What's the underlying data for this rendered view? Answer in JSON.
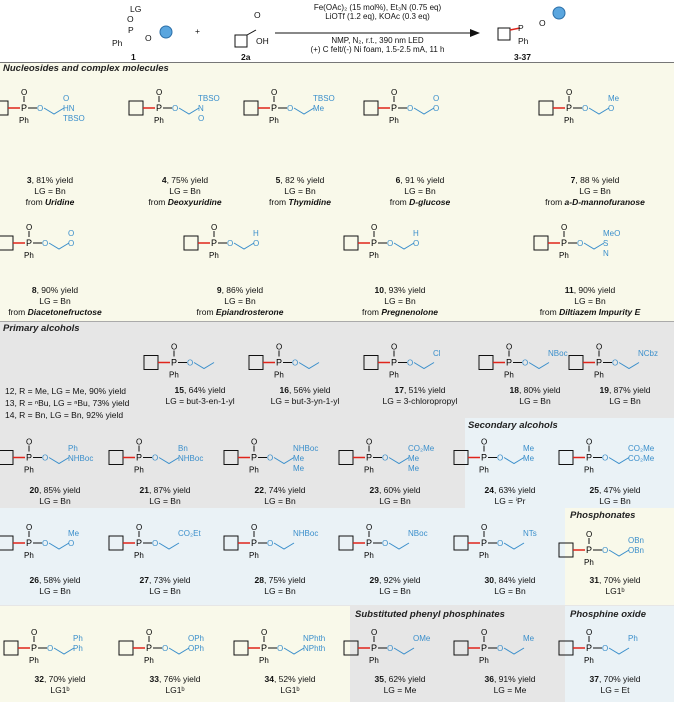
{
  "scheme": {
    "reactant1": {
      "label": "1",
      "lg": "LG",
      "ph": "Ph",
      "o1": "O",
      "o2": "O",
      "p": "P"
    },
    "plus": "+",
    "reactant2": {
      "label": "2a",
      "o": "O",
      "oh": "OH"
    },
    "conditions": [
      "Fe(OAc)₂ (15 mol%), Et₃N (0.75 eq)",
      "LiOTf (1.2 eq), KOAc (0.3 eq)",
      "NMP, N₂, r.t., 390 nm LED",
      "(+) C felt/(-) Ni foam, 1.5-2.5 mA, 11 h"
    ],
    "product": {
      "label": "3-37"
    }
  },
  "sections": {
    "nucleosides": "Nucleosides and complex molecules",
    "primary": "Primary alcohols",
    "secondary": "Secondary alcohols",
    "phosphonates": "Phosphonates",
    "phenyl": "Substituted phenyl phosphinates",
    "phosphine_oxide": "Phosphine oxide"
  },
  "colors": {
    "accent": "#3b8fcb",
    "bond": "#e0241b",
    "yellow": "#f9f9ea",
    "gray": "#e6e6e6",
    "blue": "#eaf2f6"
  },
  "series_12_14": [
    "12, R = Me,  LG = Me, 90% yield",
    "13, R = ⁿBu,  LG = ⁿBu, 73% yield",
    "14, R = Bn,  LG = Bn, 92% yield"
  ],
  "compounds": [
    {
      "id": "3",
      "yield": ", 81% yield",
      "lg": "LG = Bn",
      "from": "Uridine",
      "tail": [
        "O",
        "HN",
        "TBSO"
      ]
    },
    {
      "id": "4",
      "yield": ", 75% yield",
      "lg": "LG = Bn",
      "from": "Deoxyuridine",
      "tail": [
        "TBSO",
        "N",
        "O"
      ]
    },
    {
      "id": "5",
      "yield": ", 82 % yield",
      "lg": "LG = Bn",
      "from": "Thymidine",
      "tail": [
        "TBSO",
        "Me"
      ]
    },
    {
      "id": "6",
      "yield": ", 91 % yield",
      "lg": "LG = Bn",
      "from": "D-glucose",
      "tail": [
        "O",
        "O"
      ]
    },
    {
      "id": "7",
      "yield": ", 88 % yield",
      "lg": "LG = Bn",
      "from": "a-D-mannofuranose",
      "tail": [
        "Me",
        "O"
      ]
    },
    {
      "id": "8",
      "yield": ", 90% yield",
      "lg": "LG = Bn",
      "from": "Diacetonefructose",
      "tail": [
        "O",
        "O"
      ]
    },
    {
      "id": "9",
      "yield": ", 86% yield",
      "lg": "LG = Bn",
      "from": "Epiandrosterone",
      "tail": [
        "H",
        "O"
      ]
    },
    {
      "id": "10",
      "yield": ", 93% yield",
      "lg": "LG = Bn",
      "from": "Pregnenolone",
      "tail": [
        "H",
        "O"
      ]
    },
    {
      "id": "11",
      "yield": ", 90% yield",
      "lg": "LG = Bn",
      "from": "Diltiazem Impurity E",
      "tail": [
        "MeO",
        "S",
        "N"
      ]
    },
    {
      "id": "15",
      "yield": ", 64% yield",
      "lg": "LG = but-3-en-1-yl",
      "tail": []
    },
    {
      "id": "16",
      "yield": ", 56% yield",
      "lg": "LG = but-3-yn-1-yl",
      "tail": []
    },
    {
      "id": "17",
      "yield": ", 51% yield",
      "lg": "LG = 3-chloropropyl",
      "tail": [
        "Cl"
      ]
    },
    {
      "id": "18",
      "yield": ", 80% yield",
      "lg": "LG = Bn",
      "tail": [
        "NBoc"
      ]
    },
    {
      "id": "19",
      "yield": ", 87% yield",
      "lg": "LG = Bn",
      "tail": [
        "NCbz"
      ]
    },
    {
      "id": "20",
      "yield": ", 85% yield",
      "lg": "LG = Bn",
      "tail": [
        "Ph",
        "NHBoc"
      ]
    },
    {
      "id": "21",
      "yield": ", 87% yield",
      "lg": "LG = Bn",
      "tail": [
        "Bn",
        "NHBoc"
      ]
    },
    {
      "id": "22",
      "yield": ", 74% yield",
      "lg": "LG = Bn",
      "tail": [
        "NHBoc",
        "Me",
        "Me"
      ]
    },
    {
      "id": "23",
      "yield": ", 60% yield",
      "lg": "LG = Bn",
      "tail": [
        "CO₂Me",
        "Me",
        "Me"
      ]
    },
    {
      "id": "24",
      "yield": ", 63% yield",
      "lg": "LG = ⁱPr",
      "tail": [
        "Me",
        "Me"
      ]
    },
    {
      "id": "25",
      "yield": ", 47% yield",
      "lg": "LG = Bn",
      "tail": [
        "CO₂Me",
        "CO₂Me"
      ]
    },
    {
      "id": "26",
      "yield": ", 58% yield",
      "lg": "LG = Bn",
      "tail": [
        "Me",
        "O"
      ]
    },
    {
      "id": "27",
      "yield": ", 73% yield",
      "lg": "LG = Bn",
      "tail": [
        "CO₂Et"
      ]
    },
    {
      "id": "28",
      "yield": ", 75% yield",
      "lg": "LG = Bn",
      "tail": [
        "NHBoc"
      ]
    },
    {
      "id": "29",
      "yield": ", 92% yield",
      "lg": "LG = Bn",
      "tail": [
        "NBoc"
      ]
    },
    {
      "id": "30",
      "yield": ", 84% yield",
      "lg": "LG = Bn",
      "tail": [
        "NTs"
      ]
    },
    {
      "id": "31",
      "yield": ", 70% yield",
      "lg": "LG1ᵇ",
      "tail": [
        "OBn",
        "OBn"
      ]
    },
    {
      "id": "32",
      "yield": ", 70% yield",
      "lg": "LG1ᵇ",
      "tail": [
        "Ph",
        "Ph"
      ]
    },
    {
      "id": "33",
      "yield": ", 76% yield",
      "lg": "LG1ᵇ",
      "tail": [
        "OPh",
        "OPh"
      ]
    },
    {
      "id": "34",
      "yield": ", 52% yield",
      "lg": "LG1ᵇ",
      "tail": [
        "NPhth",
        "NPhth"
      ]
    },
    {
      "id": "35",
      "yield": ", 62% yield",
      "lg": "LG = Me",
      "tail": [
        "OMe"
      ]
    },
    {
      "id": "36",
      "yield": ", 91% yield",
      "lg": "LG = Me",
      "tail": [
        "Me"
      ]
    },
    {
      "id": "37",
      "yield": ", 70% yield",
      "lg": "LG = Et",
      "tail": [
        "Ph"
      ]
    }
  ]
}
